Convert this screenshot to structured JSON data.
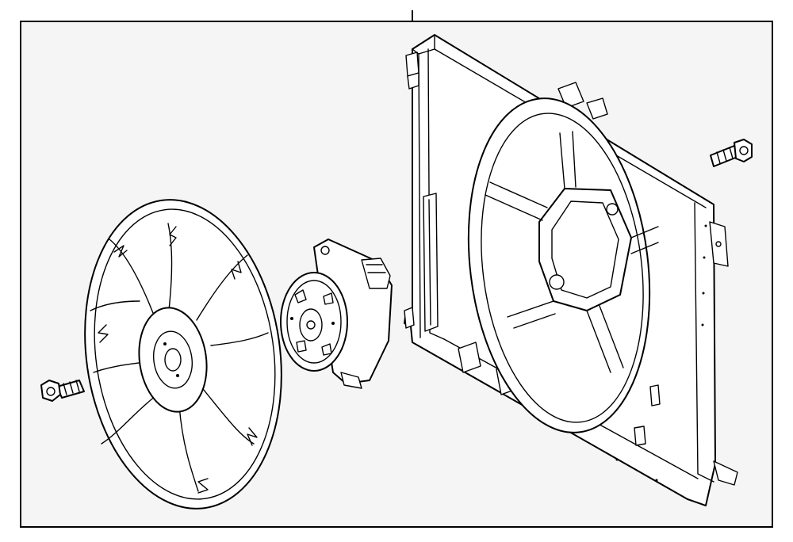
{
  "diagram": {
    "kind": "exploded parts diagram",
    "parts": [
      {
        "name": "fan-blade",
        "label": ""
      },
      {
        "name": "fan-motor",
        "label": ""
      },
      {
        "name": "fan-shroud",
        "label": ""
      },
      {
        "name": "blade-retaining-nut",
        "label": ""
      },
      {
        "name": "shroud-mounting-bolt",
        "label": ""
      }
    ],
    "colors": {
      "background": "#ffffff",
      "panel": "#f5f5f5",
      "line": "#000000"
    }
  }
}
